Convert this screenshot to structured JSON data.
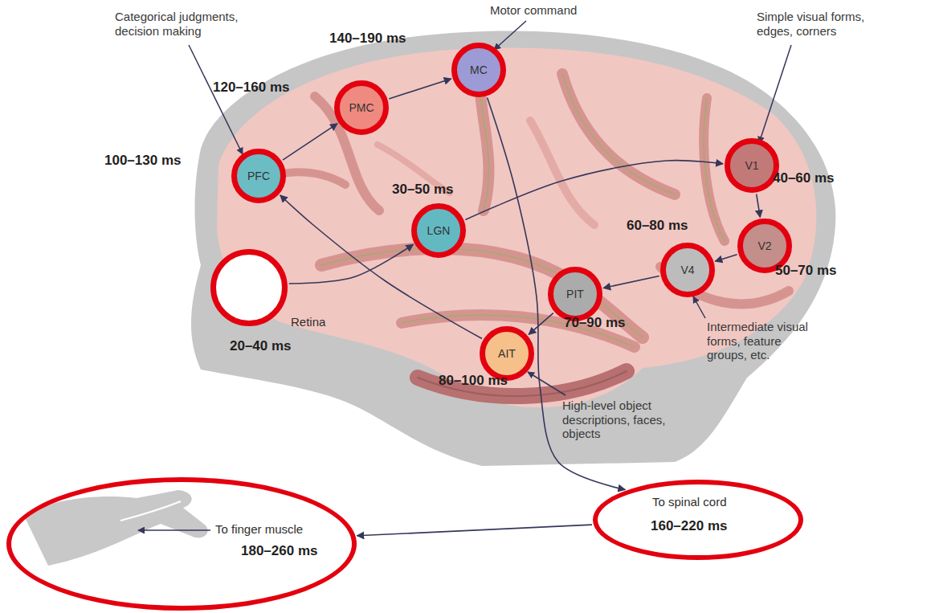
{
  "diagram": {
    "nodes": [
      {
        "text": [
          "Retina",
          "20–40 ms"
        ]
      },
      {
        "text": [
          "LGN",
          "30–50 ms"
        ]
      },
      {
        "text": [
          "V1",
          "40–60 ms"
        ]
      },
      {
        "text": [
          "V2",
          "50–70 ms"
        ]
      },
      {
        "text": [
          "V4",
          "60–80 ms"
        ]
      },
      {
        "text": [
          "PIT",
          "70–90 ms"
        ]
      },
      {
        "text": [
          "AIT",
          "80–100 ms"
        ]
      },
      {
        "text": [
          "PFC",
          "100–130 ms"
        ]
      },
      {
        "text": [
          "PMC",
          "120–160 ms"
        ]
      },
      {
        "text": [
          "MC",
          "140–190 ms"
        ]
      },
      {
        "text": [
          "To spinal cord",
          "160–220 ms"
        ]
      },
      {
        "text": [
          "To finger muscle",
          "180–260 ms"
        ]
      }
    ],
    "edges": [
      {
        "from": 0,
        "to": 1,
        "arrow": "to"
      },
      {
        "from": 1,
        "to": 2,
        "arrow": "to"
      },
      {
        "from": 2,
        "to": 3,
        "arrow": "to"
      },
      {
        "from": 3,
        "to": 4,
        "arrow": "to"
      },
      {
        "from": 4,
        "to": 5,
        "arrow": "to"
      },
      {
        "from": 5,
        "to": 6,
        "arrow": "to"
      },
      {
        "from": 6,
        "to": 7,
        "arrow": "to"
      },
      {
        "from": 7,
        "to": 8,
        "arrow": "to"
      },
      {
        "from": 8,
        "to": 9,
        "arrow": "to"
      },
      {
        "from": 9,
        "to": 10,
        "arrow": "to"
      },
      {
        "from": 10,
        "to": 11,
        "arrow": "to"
      }
    ],
    "labels": [
      "Categorical judgments, decision making",
      "Motor command",
      "Simple visual forms, edges, corners",
      "Intermediate visual forms, feature groups, etc.",
      "High-level object descriptions, faces, objects"
    ]
  }
}
